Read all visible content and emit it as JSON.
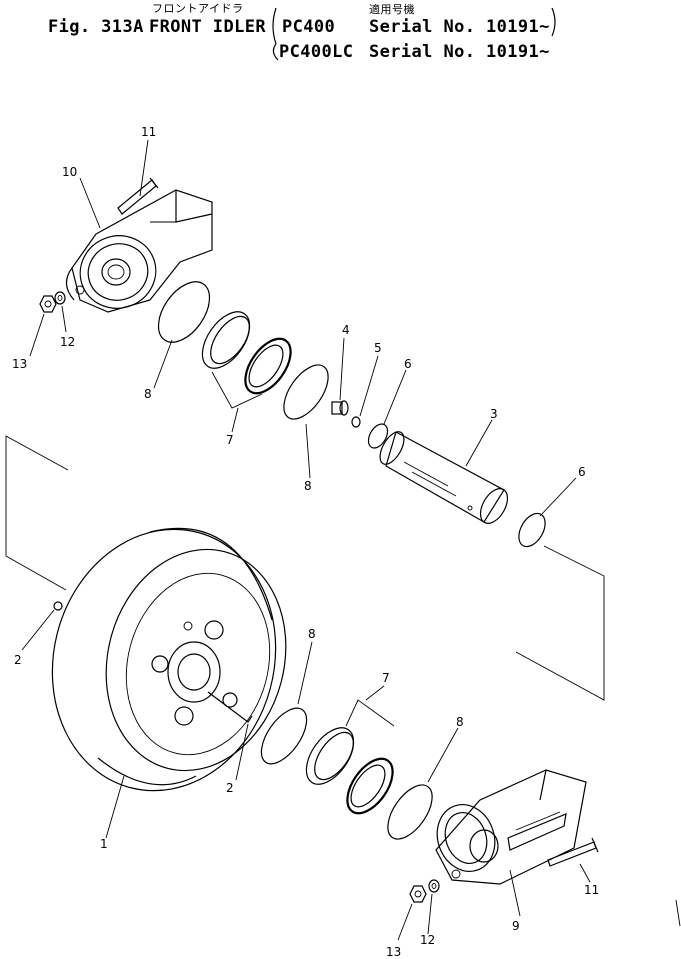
{
  "header": {
    "jp_title": "フロントアイドラ",
    "jp_applicable": "適用号機",
    "fig_label": "Fig. 313A",
    "title": "FRONT IDLER",
    "model1": "PC400",
    "serial1": "Serial No. 10191~",
    "model2": "PC400LC",
    "serial2": "Serial No. 10191~"
  },
  "callouts": {
    "c1": "1",
    "c2a": "2",
    "c2b": "2",
    "c3": "3",
    "c4": "4",
    "c5": "5",
    "c6a": "6",
    "c6b": "6",
    "c7a": "7",
    "c7b": "7",
    "c8a": "8",
    "c8b": "8",
    "c8c": "8",
    "c8d": "8",
    "c9": "9",
    "c10": "10",
    "c11a": "11",
    "c11b": "11",
    "c12a": "12",
    "c12b": "12",
    "c13a": "13",
    "c13b": "13"
  }
}
